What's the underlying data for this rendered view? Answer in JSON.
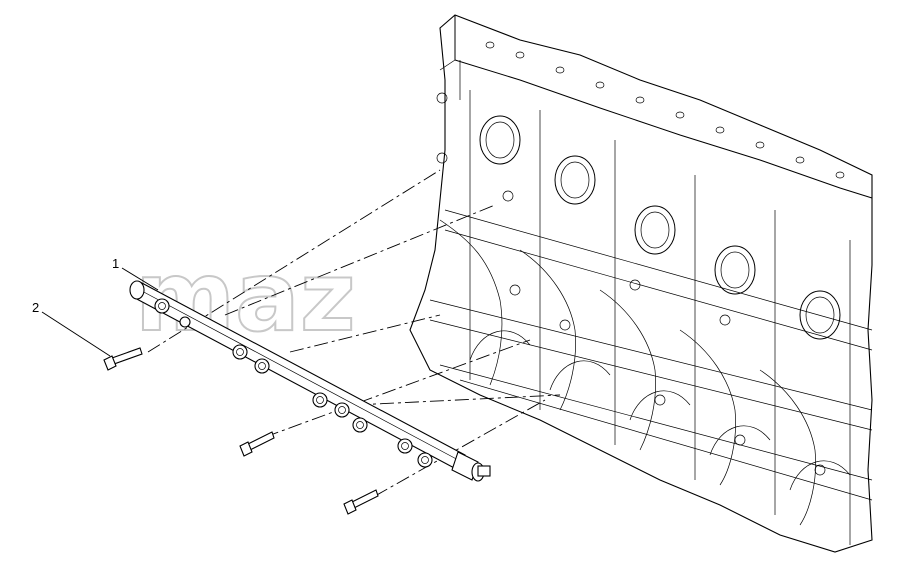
{
  "callouts": [
    {
      "label": "1"
    },
    {
      "label": "2"
    }
  ],
  "watermark": {
    "text": "maz"
  }
}
